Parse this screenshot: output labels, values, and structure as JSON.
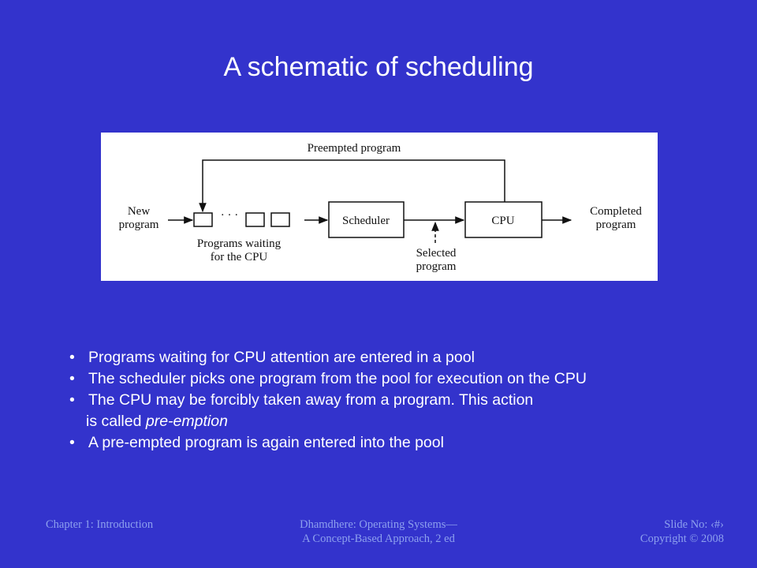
{
  "slide": {
    "title": "A schematic of scheduling"
  },
  "diagram": {
    "new_program": [
      "New",
      "program"
    ],
    "waiting_label": [
      "Programs waiting",
      "for the CPU"
    ],
    "ellipsis": "· · ·",
    "scheduler": "Scheduler",
    "cpu": "CPU",
    "completed_program": [
      "Completed",
      "program"
    ],
    "selected_program": [
      "Selected",
      "program"
    ],
    "preempted_program": "Preempted program"
  },
  "bullets": [
    "Programs waiting for CPU attention are entered in a pool",
    "The scheduler picks one program from the pool for execution on the CPU",
    "The CPU may be forcibly taken away from a program. This action",
    "A pre-empted program is again entered into the pool"
  ],
  "bullet_continuation": {
    "prefix": "is called ",
    "emphasis": "pre-emption"
  },
  "footer": {
    "left": "Chapter 1: Introduction",
    "middle_line1": "Dhamdhere: Operating Systems—",
    "middle_line2": "A Concept-Based Approach, 2 ed",
    "right_line1": "Slide No: ‹#›",
    "right_line2": "Copyright © 2008"
  }
}
